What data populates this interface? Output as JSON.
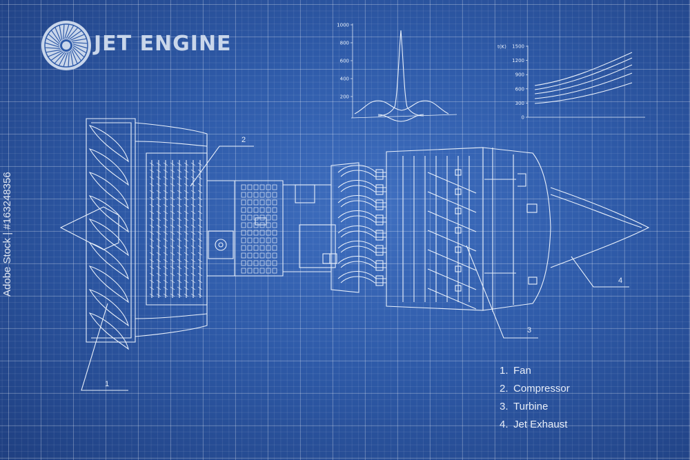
{
  "title": "JET ENGINE",
  "watermark": "Adobe Stock | #163248356",
  "callouts": [
    "1",
    "2",
    "3",
    "4"
  ],
  "legend": [
    {
      "num": "1.",
      "label": "Fan"
    },
    {
      "num": "2.",
      "label": "Compressor"
    },
    {
      "num": "3.",
      "label": "Turbine"
    },
    {
      "num": "4.",
      "label": "Jet Exhaust"
    }
  ],
  "chart_left": {
    "ticks": [
      "1000",
      "800",
      "600",
      "400",
      "200"
    ]
  },
  "chart_right": {
    "ylabel": "t(K)",
    "ticks": [
      "1500",
      "1200",
      "900",
      "600",
      "300",
      "0"
    ]
  },
  "colors": {
    "background": "#2e5aa8",
    "line": "#eaf1fb",
    "title": "#c9d6ea"
  }
}
